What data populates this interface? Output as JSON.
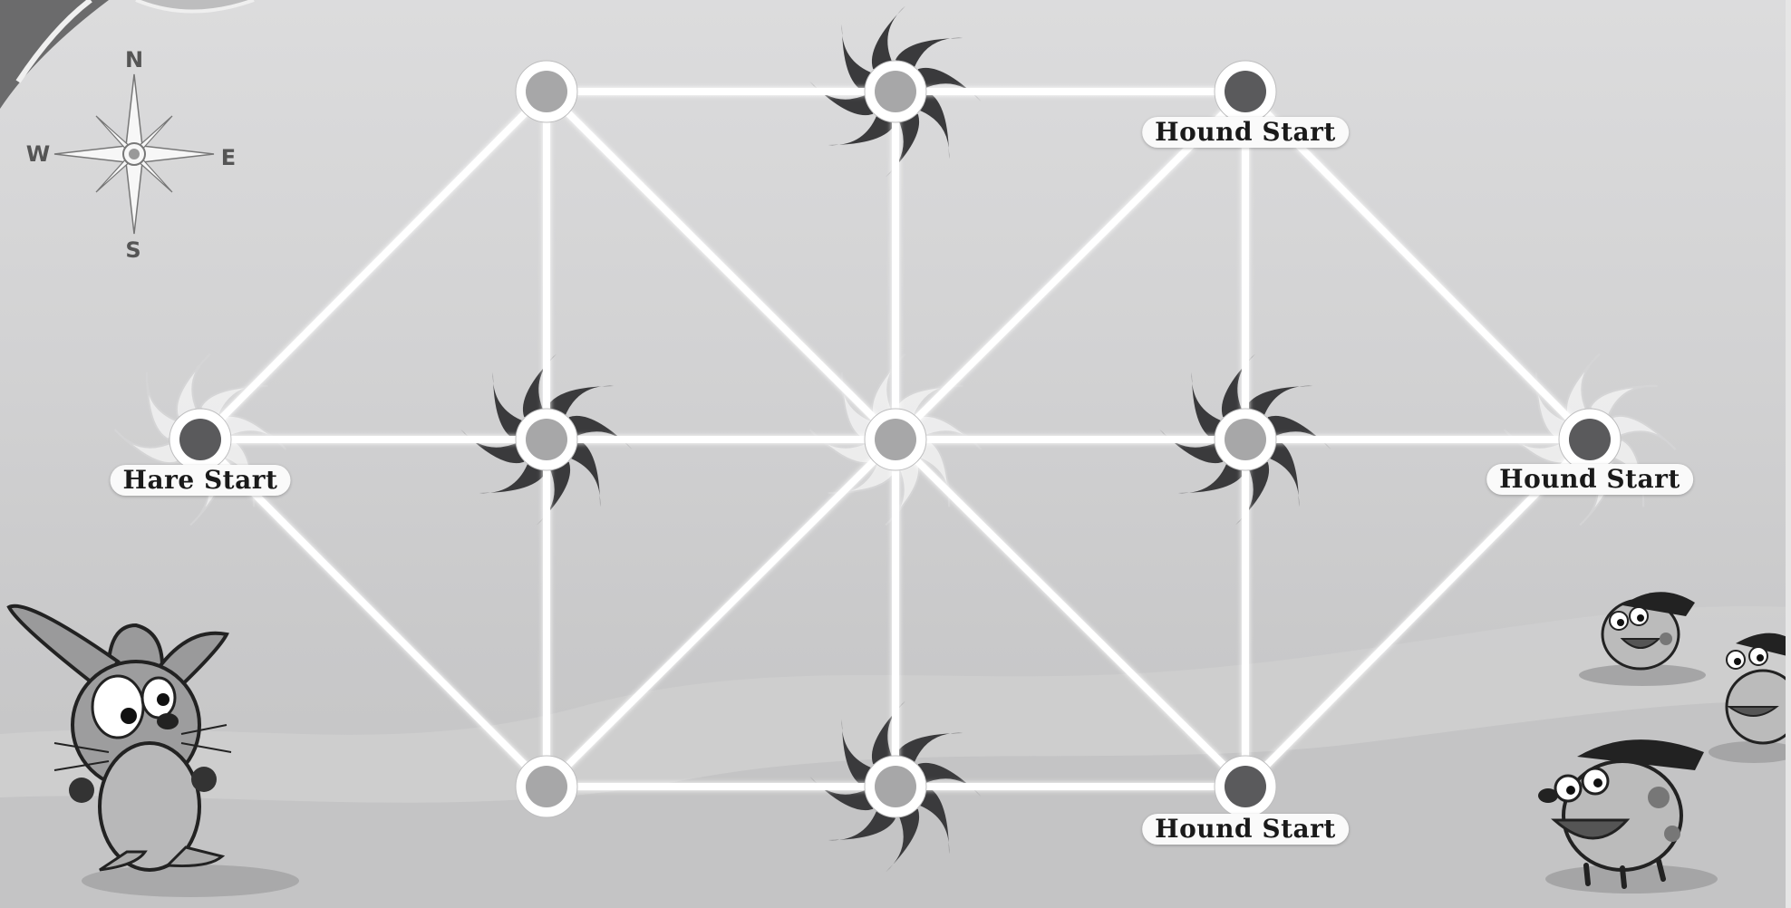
{
  "compass": {
    "n": "N",
    "e": "E",
    "s": "S",
    "w": "W"
  },
  "labels": {
    "hare_start": "Hare Start",
    "hound_start_north": "Hound Start",
    "hound_start_east": "Hound Start",
    "hound_start_south": "Hound Start"
  },
  "board": {
    "nodes": [
      {
        "id": "nw",
        "type": "empty"
      },
      {
        "id": "n",
        "type": "empty",
        "vortex": "dark"
      },
      {
        "id": "ne",
        "type": "hound-start"
      },
      {
        "id": "w",
        "type": "hare-start",
        "vortex": "light"
      },
      {
        "id": "cw",
        "type": "empty",
        "vortex": "dark"
      },
      {
        "id": "c",
        "type": "empty",
        "vortex": "light"
      },
      {
        "id": "ce",
        "type": "empty",
        "vortex": "dark"
      },
      {
        "id": "e",
        "type": "hound-start",
        "vortex": "light"
      },
      {
        "id": "sw",
        "type": "empty"
      },
      {
        "id": "s",
        "type": "empty",
        "vortex": "dark"
      },
      {
        "id": "se",
        "type": "hound-start"
      }
    ]
  },
  "colors": {
    "edge": "#ffffff",
    "empty_node": "#a7a7a8",
    "start_node": "#5a5a5c",
    "dark_vortex": "#3a3a3c",
    "light_vortex": "#f2f2f2"
  }
}
